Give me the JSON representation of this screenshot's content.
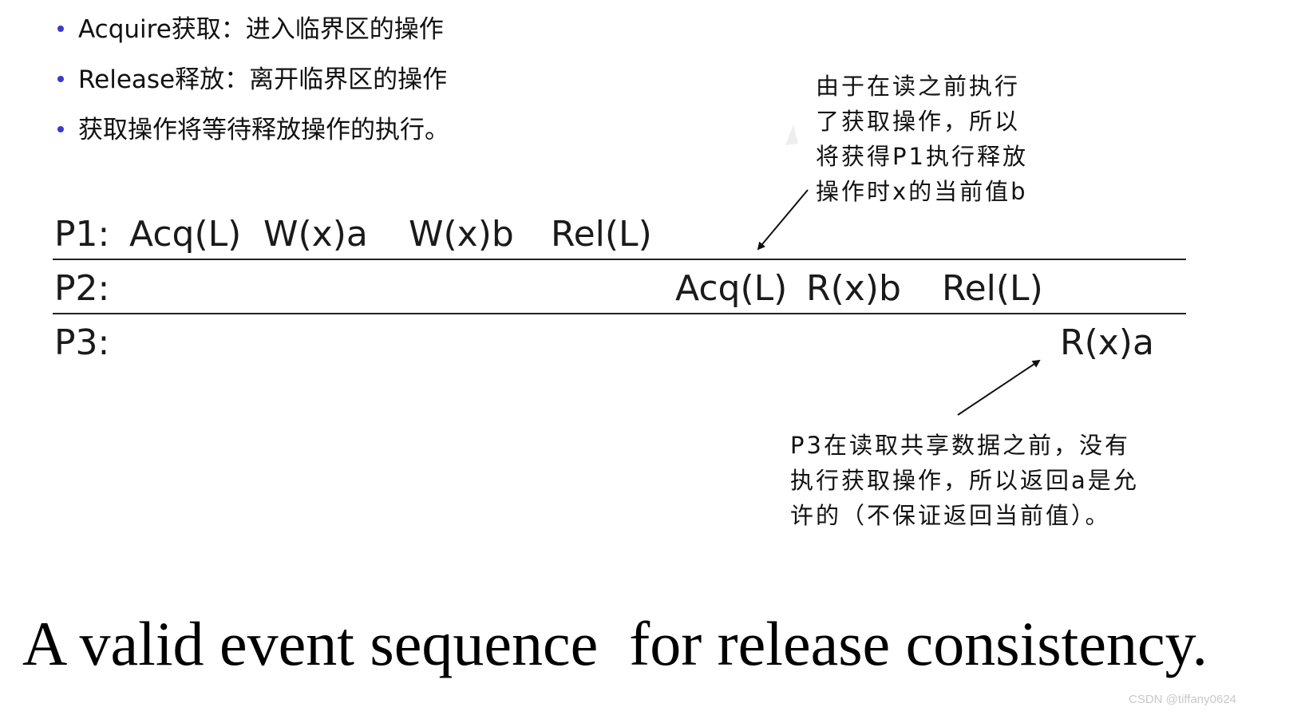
{
  "bullets": [
    {
      "text": "Acquire获取：进入临界区的操作"
    },
    {
      "text": "Release释放：离开临界区的操作"
    },
    {
      "text": "获取操作将等待释放操作的执行。"
    }
  ],
  "timeline": {
    "rows": [
      {
        "label": "P1:",
        "events": [
          "Acq(L)",
          "W(x)a",
          "W(x)b",
          "Rel(L)"
        ]
      },
      {
        "label": "P2:",
        "events": [
          "Acq(L)",
          "R(x)b",
          "Rel(L)"
        ]
      },
      {
        "label": "P3:",
        "events": [
          "R(x)a"
        ]
      }
    ]
  },
  "annotations": {
    "top_right": {
      "line1": "由于在读之前执行",
      "line2": "了获取操作，所以",
      "line3": "将获得P1执行释放",
      "line4": "操作时x的当前值b"
    },
    "bottom_right": {
      "line1": "P3在读取共享数据之前，没有",
      "line2": "执行获取操作，所以返回a是允",
      "line3": "许的（不保证返回当前值）。"
    }
  },
  "title": "A valid event sequence  for release consistency.",
  "watermark": "CSDN @tiffany0624",
  "colors": {
    "bullet": "#3a3acc",
    "text": "#111111",
    "rule": "#222222"
  }
}
